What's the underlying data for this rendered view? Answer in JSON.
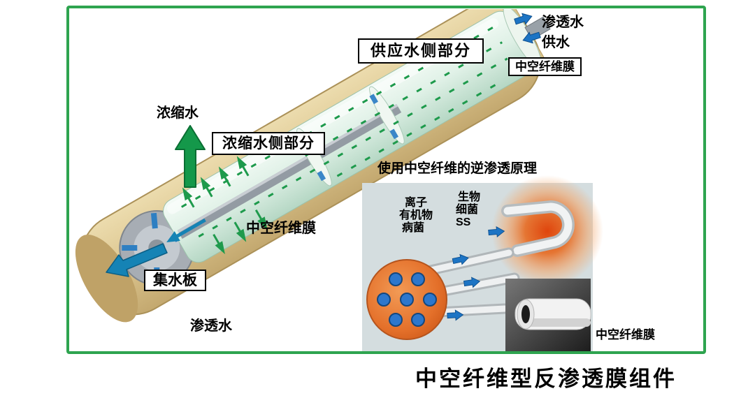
{
  "figure": {
    "caption": "中空纤维型反渗透膜组件",
    "frame_color": "#2ea44f"
  },
  "labels": {
    "permeate_top": "渗透水",
    "feed": "供水",
    "hollow_fiber_membrane_top": "中空纤维膜",
    "feed_side_section": "供应水侧部分",
    "concentrate": "浓缩水",
    "concentrate_side_section": "浓缩水侧部分",
    "hollow_fiber_membrane_mid": "中空纤维膜",
    "collector_plate": "集水板",
    "permeate_bottom": "渗透水",
    "inset_title": "使用中空纤维的逆渗透原理",
    "removed_left": [
      "离子",
      "有机物",
      "病菌"
    ],
    "removed_right": [
      "生物",
      "细菌",
      "SS"
    ],
    "hollow_fiber_membrane_photo": "中空纤维膜"
  }
}
